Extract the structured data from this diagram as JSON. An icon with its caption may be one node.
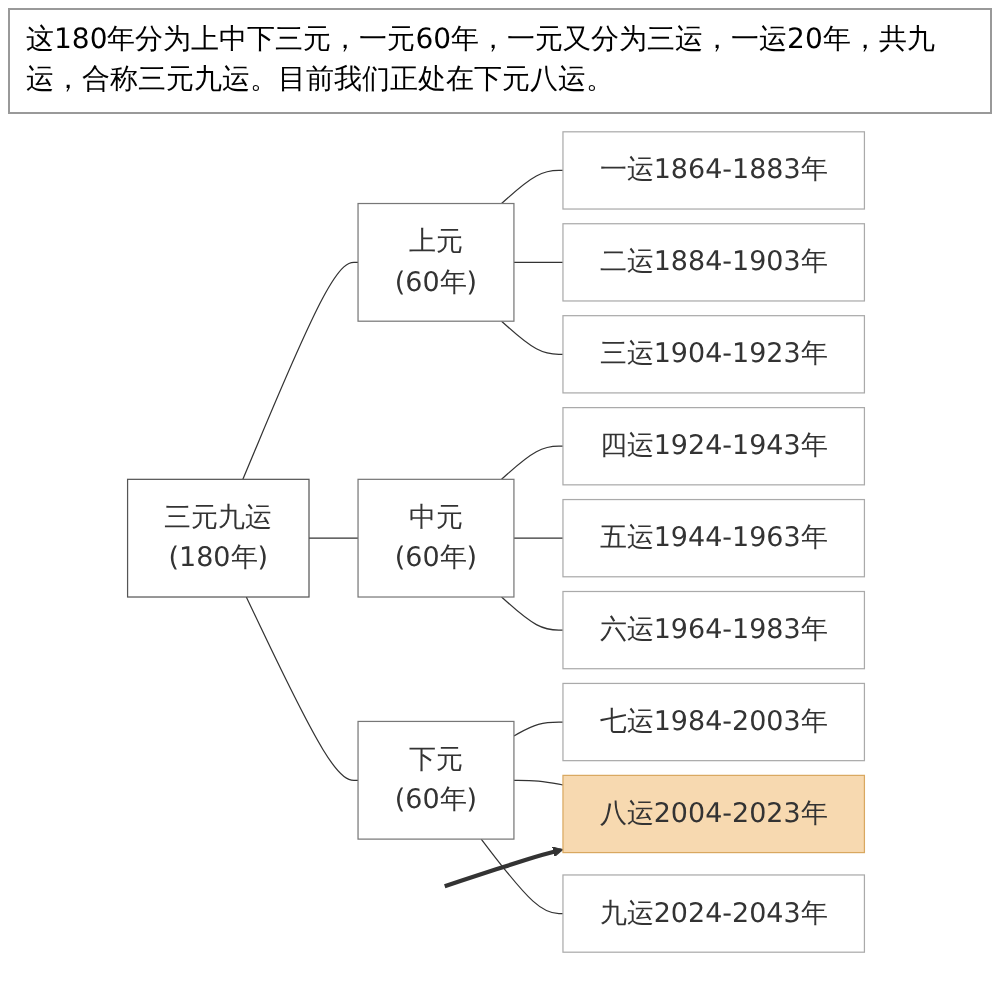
{
  "diagram": {
    "title": "这180年分为上中下三元，一元60年，一元又分为三运，一运20年，共九运，合称三元九运。目前我们正处在下元八运。",
    "nodes": [
      {
        "text": [
          "三元九运",
          "(180年)"
        ]
      },
      {
        "text": [
          "上元",
          "(60年)"
        ]
      },
      {
        "text": [
          "一运1864-1883年"
        ]
      },
      {
        "text": [
          "二运1884-1903年"
        ]
      },
      {
        "text": [
          "三运1904-1923年"
        ]
      },
      {
        "text": [
          "中元",
          "(60年)"
        ]
      },
      {
        "text": [
          "四运1924-1943年"
        ]
      },
      {
        "text": [
          "五运1944-1963年"
        ]
      },
      {
        "text": [
          "六运1964-1983年"
        ]
      },
      {
        "text": [
          "下元",
          "(60年)"
        ]
      },
      {
        "text": [
          "七运1984-2003年"
        ]
      },
      {
        "text": [
          "八运2004-2023年"
        ]
      },
      {
        "text": [
          "九运2024-2043年"
        ]
      }
    ],
    "edges": [
      {
        "from": 0,
        "to": 1,
        "arrow": "none"
      },
      {
        "from": 1,
        "to": 2,
        "arrow": "none"
      },
      {
        "from": 1,
        "to": 3,
        "arrow": "none"
      },
      {
        "from": 1,
        "to": 4,
        "arrow": "none"
      },
      {
        "from": 0,
        "to": 5,
        "arrow": "none"
      },
      {
        "from": 5,
        "to": 6,
        "arrow": "none"
      },
      {
        "from": 5,
        "to": 7,
        "arrow": "none"
      },
      {
        "from": 5,
        "to": 8,
        "arrow": "none"
      },
      {
        "from": 0,
        "to": 9,
        "arrow": "none"
      },
      {
        "from": 9,
        "to": 10,
        "arrow": "none"
      },
      {
        "from": 9,
        "to": 11,
        "arrow": "none"
      },
      {
        "from": 9,
        "to": 12,
        "arrow": "none"
      },
      {
        "from": null,
        "to": 11,
        "arrow": "to",
        "style": "thick"
      }
    ]
  }
}
